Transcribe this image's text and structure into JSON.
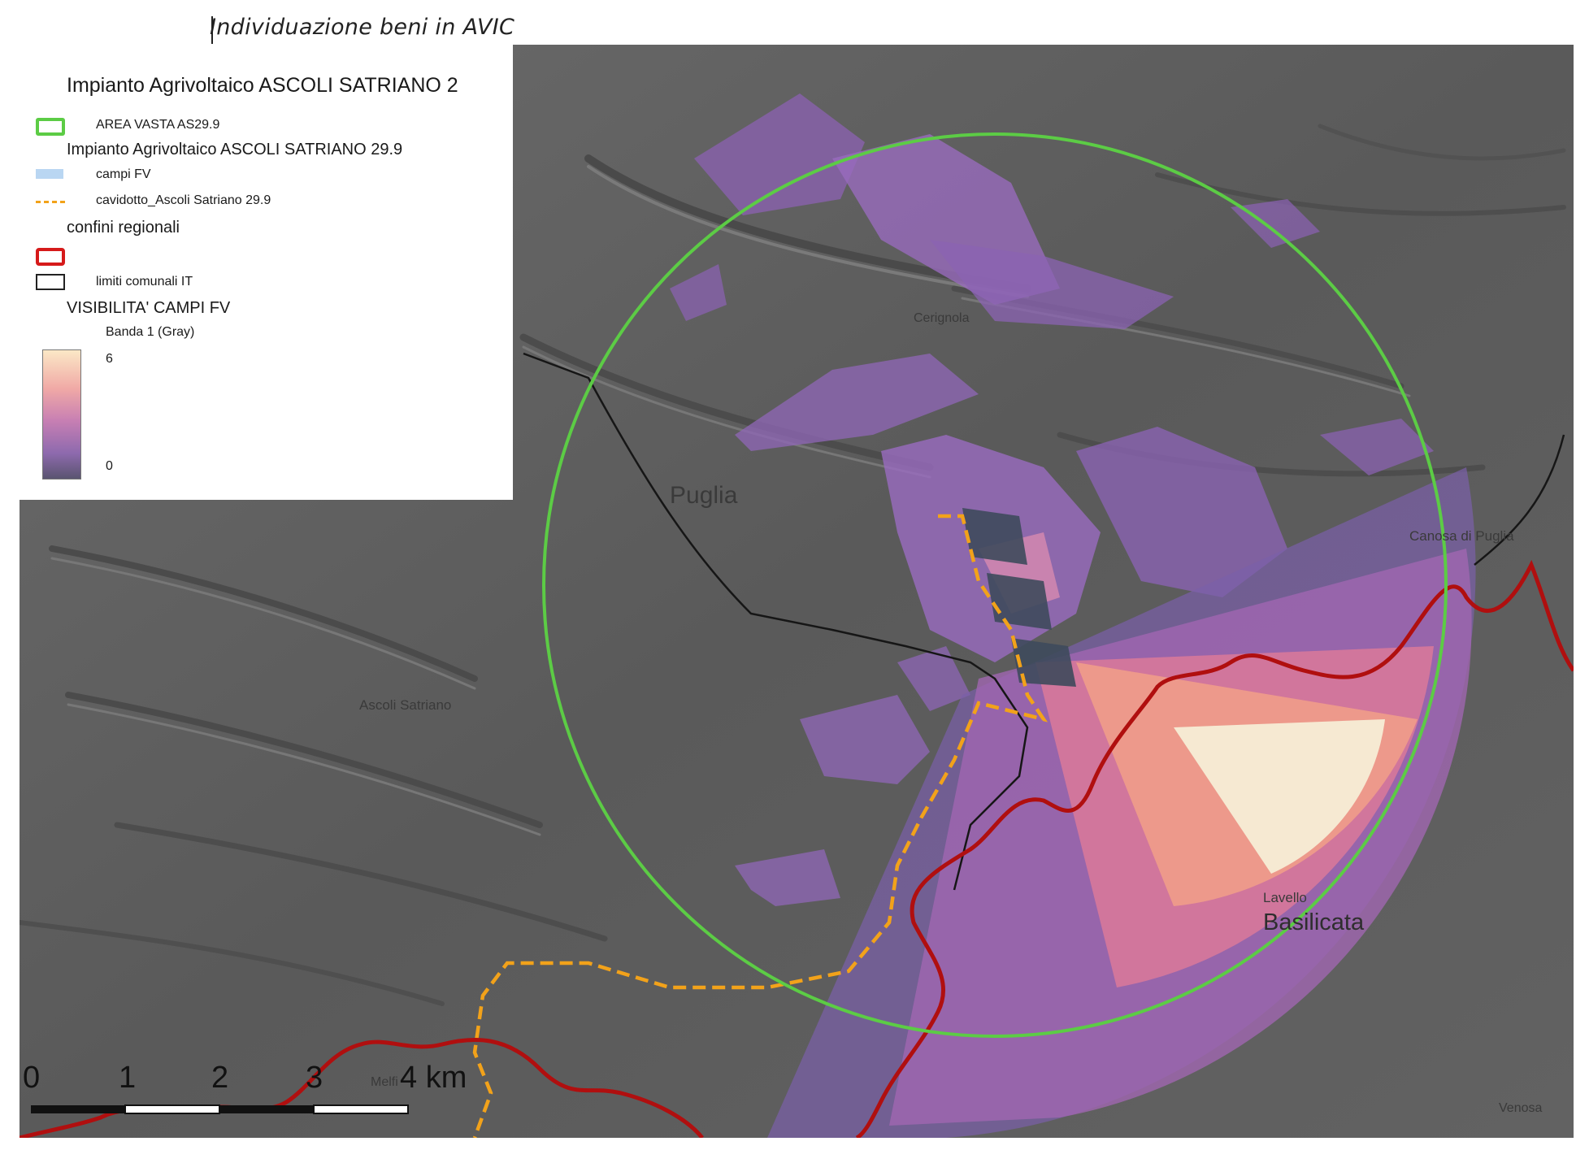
{
  "document": {
    "title": "Individuazione beni in AVIC"
  },
  "legend": {
    "title": "Impianto Agrivoltaico ASCOLI SATRIANO 2",
    "items": [
      {
        "label": "AREA VASTA AS29.9",
        "symbol": "green-outline-box"
      },
      {
        "label": "Impianto Agrivoltaico ASCOLI SATRIANO 29.9",
        "symbol": "group-header"
      },
      {
        "label": "campi FV",
        "symbol": "light-blue-fill"
      },
      {
        "label": "cavidotto_Ascoli Satriano 29.9",
        "symbol": "orange-dashed-line"
      },
      {
        "label": "confini regionali",
        "symbol": "group-header"
      },
      {
        "label": "",
        "symbol": "red-outline-box"
      },
      {
        "label": "limiti comunali IT",
        "symbol": "black-outline-box"
      },
      {
        "label": "VISIBILITA' CAMPI FV",
        "symbol": "group-header"
      },
      {
        "label": "Banda 1 (Gray)",
        "symbol": "band-header"
      }
    ],
    "ramp": {
      "max_label": "6",
      "min_label": "0"
    }
  },
  "map": {
    "places": [
      {
        "name": "Cerignola",
        "size": "small"
      },
      {
        "name": "Puglia",
        "size": "large"
      },
      {
        "name": "Ascoli Satriano",
        "size": "small"
      },
      {
        "name": "Canosa di Puglia",
        "size": "small"
      },
      {
        "name": "Lavello",
        "size": "small"
      },
      {
        "name": "Basilicata",
        "size": "large"
      },
      {
        "name": "Melfi",
        "size": "small"
      },
      {
        "name": "Venosa",
        "size": "small"
      }
    ],
    "colors": {
      "hillshade": "#5e5e5e",
      "buffer_circle": "#5ccc45",
      "region_border": "#b00f0f",
      "cable_route": "#f2a21a",
      "municipal_border": "#161616",
      "visibility_low": "#7a5fa8",
      "visibility_high": "#f6f0d8"
    }
  },
  "scalebar": {
    "ticks": [
      "0",
      "1",
      "2",
      "3",
      "4 km"
    ]
  }
}
